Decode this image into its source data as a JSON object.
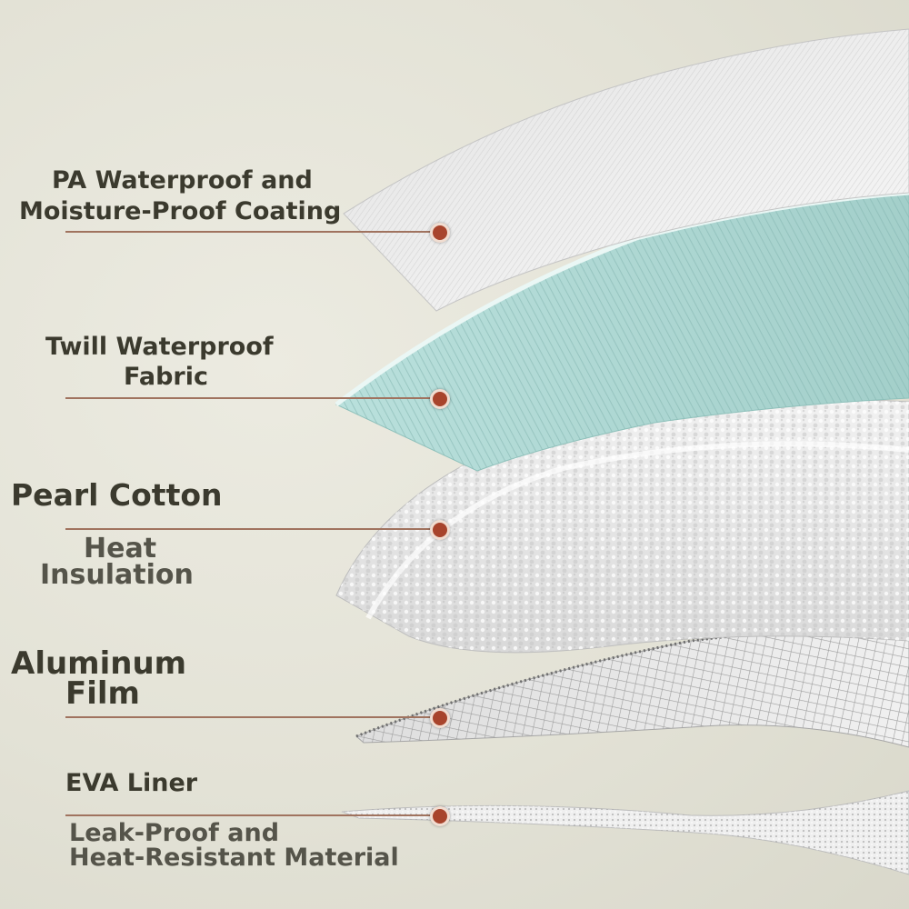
{
  "layers": [
    {
      "name": "PA Waterproof and",
      "name2": "Moisture-Proof Coating"
    },
    {
      "name": "Twill Waterproof",
      "name2": "Fabric"
    },
    {
      "name": "Pearl Cotton",
      "desc1": "Heat",
      "desc2": "Insulation"
    },
    {
      "name": "Aluminum",
      "name2": "Film"
    },
    {
      "name": "EVA Liner",
      "desc1": "Leak-Proof and",
      "desc2": "Heat-Resistant Material"
    }
  ],
  "colors": {
    "background": "#e6e5da",
    "label_text": "#3b3a2e",
    "leader_line": "#a0735f",
    "marker": "#a8442c",
    "teal_fabric": "#a9d3cf"
  }
}
